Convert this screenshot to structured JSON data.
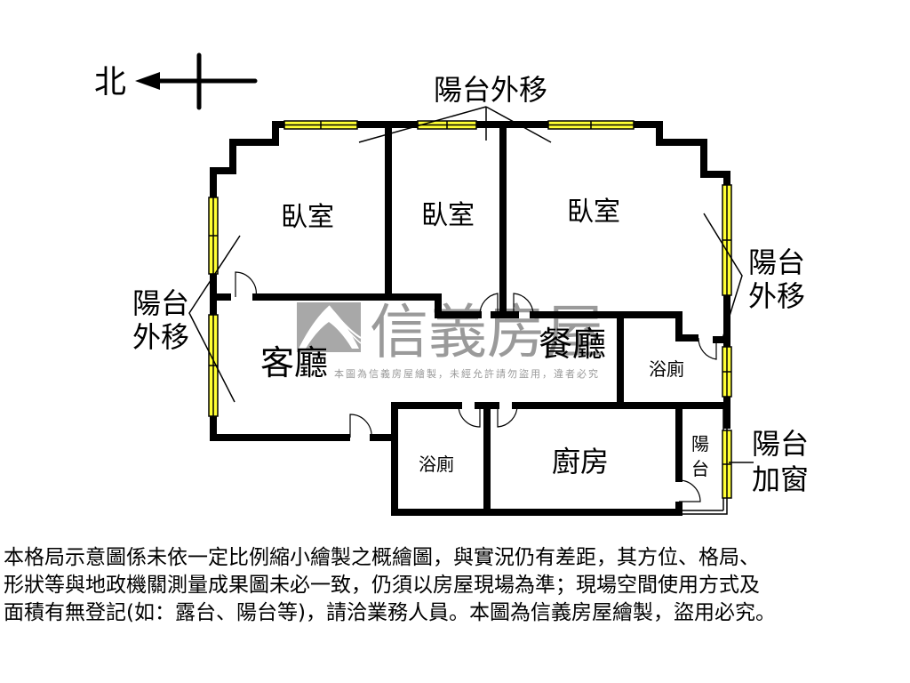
{
  "compass": {
    "direction_label": "北",
    "icon": "north-arrow-icon"
  },
  "rooms": {
    "bedroom_1": "臥室",
    "bedroom_2": "臥室",
    "bedroom_3": "臥室",
    "living_room": "客廳",
    "dining_room": "餐廳",
    "bathroom_1": "浴廁",
    "bathroom_2": "浴廁",
    "kitchen": "廚房",
    "balcony_line1": "陽",
    "balcony_line2": "台"
  },
  "annotations": {
    "top_balcony_moved": "陽台外移",
    "left_balcony_line1": "陽台",
    "left_balcony_line2": "外移",
    "right_balcony_line1": "陽台",
    "right_balcony_line2": "外移",
    "right_window_line1": "陽台",
    "right_window_line2": "加窗"
  },
  "watermark": {
    "brand": "信義房屋",
    "notice": "本圖為信義房屋繪製，未經允許請勿盜用，違者必究"
  },
  "colors": {
    "wall": "#000000",
    "window": "#ffff33",
    "watermark": "#9a9a9a"
  },
  "disclaimer": {
    "lines": [
      "本格局示意圖係未依一定比例縮小繪製之概繪圖，與實況仍有差距，其方位、格局、",
      "形狀等與地政機關測量成果圖未必一致，仍須以房屋現場為準；現場空間使用方式及",
      "面積有無登記(如：露台、陽台等)，請洽業務人員。本圖為信義房屋繪製，盜用必究。"
    ]
  }
}
